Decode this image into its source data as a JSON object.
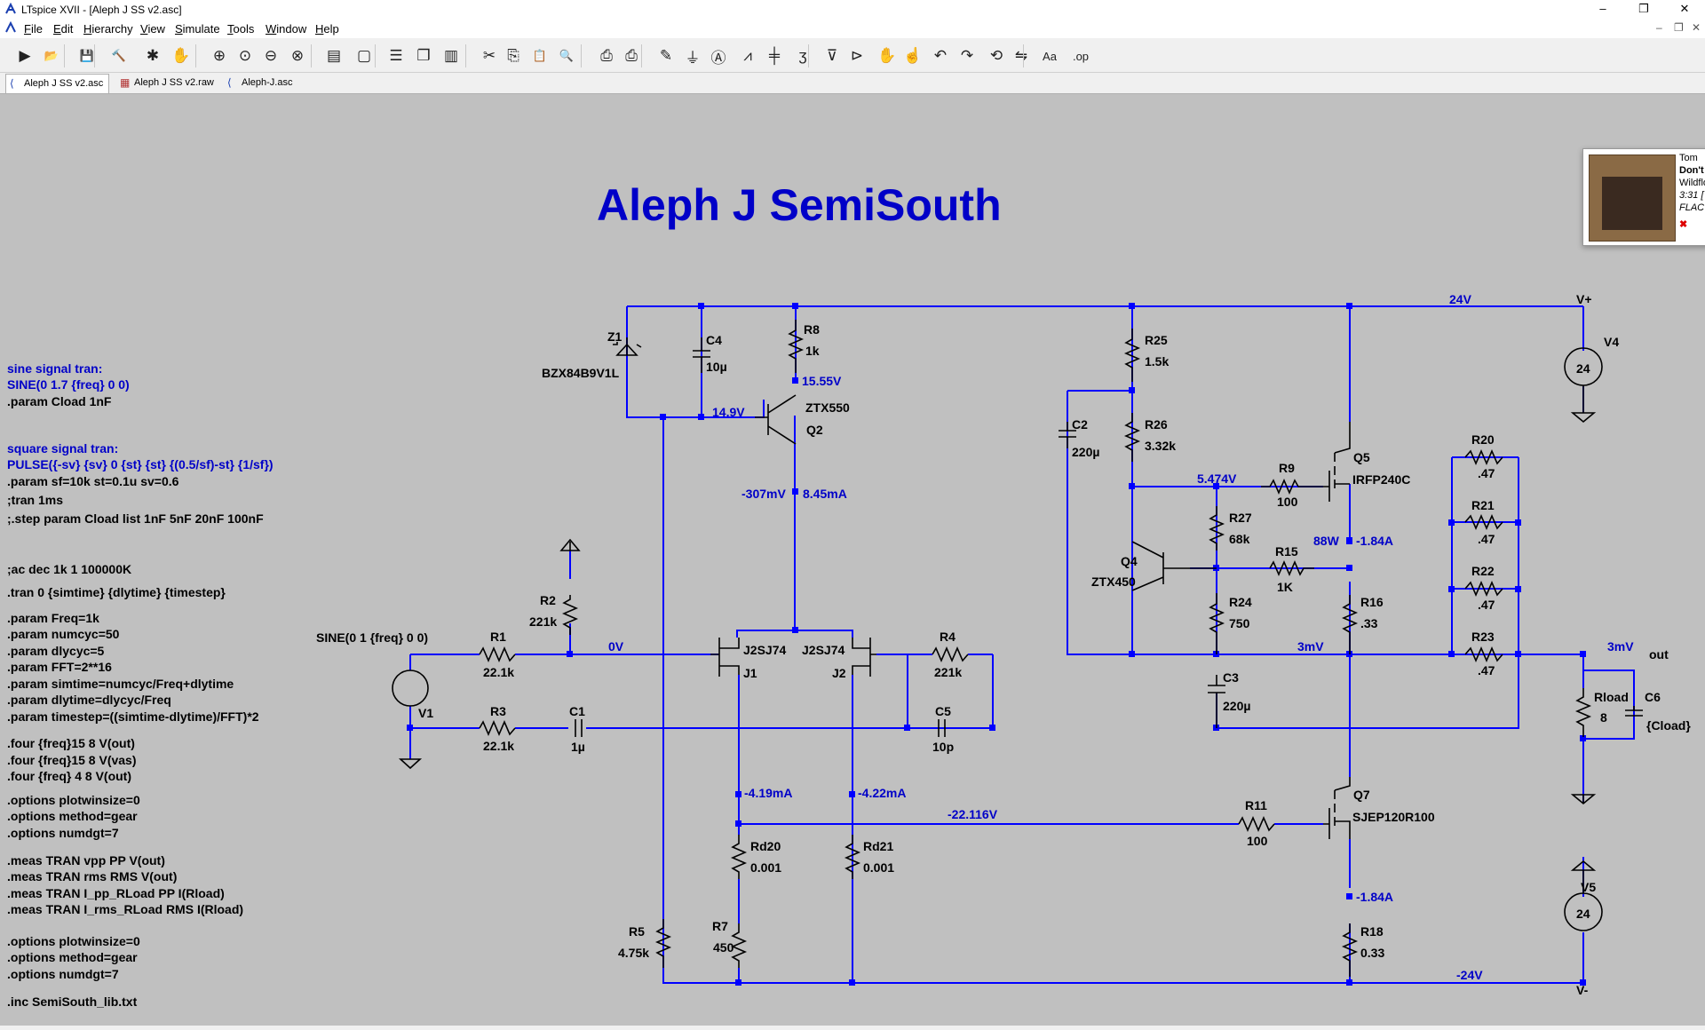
{
  "window": {
    "title": "LTspice XVII - [Aleph J SS v2.asc]",
    "minimize": "–",
    "maximize": "❐",
    "close": "✕"
  },
  "menu": {
    "items": [
      {
        "label": "File",
        "u": "F",
        "rest": "ile"
      },
      {
        "label": "Edit",
        "u": "E",
        "rest": "dit"
      },
      {
        "label": "Hierarchy",
        "u": "H",
        "rest": "ierarchy"
      },
      {
        "label": "View",
        "u": "V",
        "rest": "iew"
      },
      {
        "label": "Simulate",
        "u": "S",
        "rest": "imulate"
      },
      {
        "label": "Tools",
        "u": "T",
        "rest": "ools"
      },
      {
        "label": "Window",
        "u": "W",
        "rest": "indow"
      },
      {
        "label": "Help",
        "u": "H",
        "rest": "elp"
      }
    ]
  },
  "tabs": [
    {
      "label": "Aleph J SS v2.asc",
      "icon": "schematic-icon",
      "glyph": "⟨",
      "active": true
    },
    {
      "label": "Aleph J SS v2.raw",
      "icon": "waveform-icon",
      "glyph": "▦",
      "active": false
    },
    {
      "label": "Aleph-J.asc",
      "icon": "schematic-icon",
      "glyph": "⟨",
      "active": false
    }
  ],
  "toolbar": {
    "buttons": [
      {
        "name": "run-icon",
        "glyph": "▶"
      },
      {
        "name": "open-icon",
        "glyph": "📂"
      },
      {
        "name": "save-icon",
        "glyph": "💾"
      },
      {
        "name": "control-panel-icon",
        "glyph": "🔨"
      },
      {
        "name": "halt-icon",
        "glyph": "✱"
      },
      {
        "name": "pan-icon",
        "glyph": "✋"
      },
      {
        "name": "zoom-in-icon",
        "glyph": "⊕"
      },
      {
        "name": "zoom-pan-icon",
        "glyph": "⊙"
      },
      {
        "name": "zoom-out-icon",
        "glyph": "⊖"
      },
      {
        "name": "zoom-fit-icon",
        "glyph": "⊗"
      },
      {
        "name": "autorange-icon",
        "glyph": "▤"
      },
      {
        "name": "mark-icon",
        "glyph": "▢"
      },
      {
        "name": "tile-horizontal-icon",
        "glyph": "☰"
      },
      {
        "name": "cascade-icon",
        "glyph": "❐"
      },
      {
        "name": "tile-vertical-icon",
        "glyph": "▥"
      },
      {
        "name": "cut-icon",
        "glyph": "✂"
      },
      {
        "name": "copy-icon",
        "glyph": "⎘"
      },
      {
        "name": "paste-icon",
        "glyph": "📋"
      },
      {
        "name": "find-icon",
        "glyph": "🔍"
      },
      {
        "name": "print-icon",
        "glyph": "⎙"
      },
      {
        "name": "print-setup-icon",
        "glyph": "⎙"
      },
      {
        "name": "wire-icon",
        "glyph": "✎"
      },
      {
        "name": "ground-icon",
        "glyph": "⏚"
      },
      {
        "name": "label-net-icon",
        "glyph": "Ⓐ"
      },
      {
        "name": "resistor-icon",
        "glyph": "⩘"
      },
      {
        "name": "capacitor-icon",
        "glyph": "╪"
      },
      {
        "name": "inductor-icon",
        "glyph": "ʒ"
      },
      {
        "name": "diode-icon",
        "glyph": "⊽"
      },
      {
        "name": "component-icon",
        "glyph": "⊳"
      },
      {
        "name": "move-icon",
        "glyph": "✋"
      },
      {
        "name": "drag-icon",
        "glyph": "☝"
      },
      {
        "name": "undo-icon",
        "glyph": "↶"
      },
      {
        "name": "redo-icon",
        "glyph": "↷"
      },
      {
        "name": "rotate-icon",
        "glyph": "⟲"
      },
      {
        "name": "mirror-icon",
        "glyph": "⇋"
      },
      {
        "name": "text-icon",
        "glyph": "Aa"
      },
      {
        "name": "spice-directive-icon",
        "glyph": ".op"
      }
    ]
  },
  "schematic": {
    "title": "Aleph J SemiSouth",
    "directives": [
      {
        "text": "sine signal tran:",
        "blue": true
      },
      {
        "text": "SINE(0 1.7 {freq} 0 0)",
        "blue": true
      },
      {
        "text": ".param Cload 1nF",
        "blue": false
      },
      {
        "text": "square signal tran:",
        "blue": true
      },
      {
        "text": "PULSE({-sv} {sv} 0 {st} {st} {(0.5/sf)-st} {1/sf})",
        "blue": true
      },
      {
        "text": ".param sf=10k st=0.1u sv=0.6",
        "blue": false
      },
      {
        "text": ";tran 1ms",
        "blue": false
      },
      {
        "text": ";.step param Cload list 1nF 5nF 20nF 100nF",
        "blue": false
      },
      {
        "text": ";ac dec 1k 1 100000K",
        "blue": false
      },
      {
        "text": ".tran 0 {simtime} {dlytime} {timestep}",
        "blue": false
      },
      {
        "text": ".param Freq=1k",
        "blue": false
      },
      {
        "text": ".param numcyc=50",
        "blue": false
      },
      {
        "text": ".param dlycyc=5",
        "blue": false
      },
      {
        "text": ".param FFT=2**16",
        "blue": false
      },
      {
        "text": ".param simtime=numcyc/Freq+dlytime",
        "blue": false
      },
      {
        "text": ".param dlytime=dlycyc/Freq",
        "blue": false
      },
      {
        "text": ".param timestep=((simtime-dlytime)/FFT)*2",
        "blue": false
      },
      {
        "text": ".four {freq}15 8 V(out)",
        "blue": false
      },
      {
        "text": ".four {freq}15 8 V(vas)",
        "blue": false
      },
      {
        "text": ".four {freq} 4 8 V(out)",
        "blue": false
      },
      {
        "text": ".options plotwinsize=0",
        "blue": false
      },
      {
        "text": ".options method=gear",
        "blue": false
      },
      {
        "text": ".options numdgt=7",
        "blue": false
      },
      {
        "text": ".meas TRAN vpp PP V(out)",
        "blue": false
      },
      {
        "text": ".meas TRAN rms RMS V(out)",
        "blue": false
      },
      {
        "text": ".meas TRAN I_pp_RLoad PP I(Rload)",
        "blue": false
      },
      {
        "text": ".meas TRAN I_rms_RLoad RMS I(Rload)",
        "blue": false
      },
      {
        "text": ".options plotwinsize=0",
        "blue": false
      },
      {
        "text": ".options method=gear",
        "blue": false
      },
      {
        "text": ".options numdgt=7",
        "blue": false
      },
      {
        "text": ".inc SemiSouth_lib.txt",
        "blue": false
      }
    ],
    "source_label": "SINE(0 1 {freq} 0 0)",
    "components": {
      "Z1": {
        "ref": "Z1",
        "val": "BZX84B9V1L"
      },
      "C4": {
        "ref": "C4",
        "val": "10µ"
      },
      "R8": {
        "ref": "R8",
        "val": "1k"
      },
      "Q2": {
        "ref": "Q2",
        "val": "ZTX550"
      },
      "R25": {
        "ref": "R25",
        "val": "1.5k"
      },
      "R26": {
        "ref": "R26",
        "val": "3.32k"
      },
      "C2": {
        "ref": "C2",
        "val": "220µ"
      },
      "R9": {
        "ref": "R9",
        "val": "100"
      },
      "Q5": {
        "ref": "Q5",
        "val": "IRFP240C"
      },
      "R27": {
        "ref": "R27",
        "val": "68k"
      },
      "Q4": {
        "ref": "Q4",
        "val": "ZTX450"
      },
      "R15": {
        "ref": "R15",
        "val": "1K"
      },
      "R24": {
        "ref": "R24",
        "val": "750"
      },
      "R16": {
        "ref": "R16",
        "val": ".33"
      },
      "C3": {
        "ref": "C3",
        "val": "220µ"
      },
      "R20": {
        "ref": "R20",
        "val": ".47"
      },
      "R21": {
        "ref": "R21",
        "val": ".47"
      },
      "R22": {
        "ref": "R22",
        "val": ".47"
      },
      "R23": {
        "ref": "R23",
        "val": ".47"
      },
      "V4": {
        "ref": "V4",
        "val": "24"
      },
      "Rload": {
        "ref": "Rload",
        "val": "8"
      },
      "C6": {
        "ref": "C6",
        "val": "{Cload}"
      },
      "R2": {
        "ref": "R2",
        "val": "221k"
      },
      "R1": {
        "ref": "R1",
        "val": "22.1k"
      },
      "V1": {
        "ref": "V1",
        "val": ""
      },
      "R3": {
        "ref": "R3",
        "val": "22.1k"
      },
      "C1": {
        "ref": "C1",
        "val": "1µ"
      },
      "J1": {
        "ref": "J1",
        "val": "J2SJ74"
      },
      "J2": {
        "ref": "J2",
        "val": "J2SJ74"
      },
      "R4": {
        "ref": "R4",
        "val": "221k"
      },
      "C5": {
        "ref": "C5",
        "val": "10p"
      },
      "Q7": {
        "ref": "Q7",
        "val": "SJEP120R100"
      },
      "R11": {
        "ref": "R11",
        "val": "100"
      },
      "Rd20": {
        "ref": "Rd20",
        "val": "0.001"
      },
      "Rd21": {
        "ref": "Rd21",
        "val": "0.001"
      },
      "R7": {
        "ref": "R7",
        "val": "450"
      },
      "R5": {
        "ref": "R5",
        "val": "4.75k"
      },
      "R18": {
        "ref": "R18",
        "val": "0.33"
      },
      "V5": {
        "ref": "V5",
        "val": "24"
      }
    },
    "annotations": {
      "v_15_55": "15.55V",
      "v_14_9": "14.9V",
      "v_m307": "-307mV",
      "i_8_45": "8.45mA",
      "v_24": "24V",
      "v_plus": "V+",
      "v_5_474": "5.474V",
      "p_88w": "88W",
      "i_m1_84a": "-1.84A",
      "v_0": "0V",
      "v_3mv_a": "3mV",
      "v_3mv_b": "3mV",
      "out": "out",
      "i_m4_19": "-4.19mA",
      "i_m4_22": "-4.22mA",
      "v_m22_116": "-22.116V",
      "i_1_84": "-1.84A",
      "v_m24": "-24V",
      "v_minus": "V-"
    }
  },
  "notification": {
    "artist": "Tom",
    "title": "Don't",
    "album": "Wildflo",
    "time": "3:31 [",
    "format": "FLAC"
  },
  "colors": {
    "schematic_bg": "#c0c0c0",
    "wire": "#0000ff",
    "component": "#000000",
    "title_blue": "#0000c8",
    "directive_blue": "#0000c8"
  }
}
